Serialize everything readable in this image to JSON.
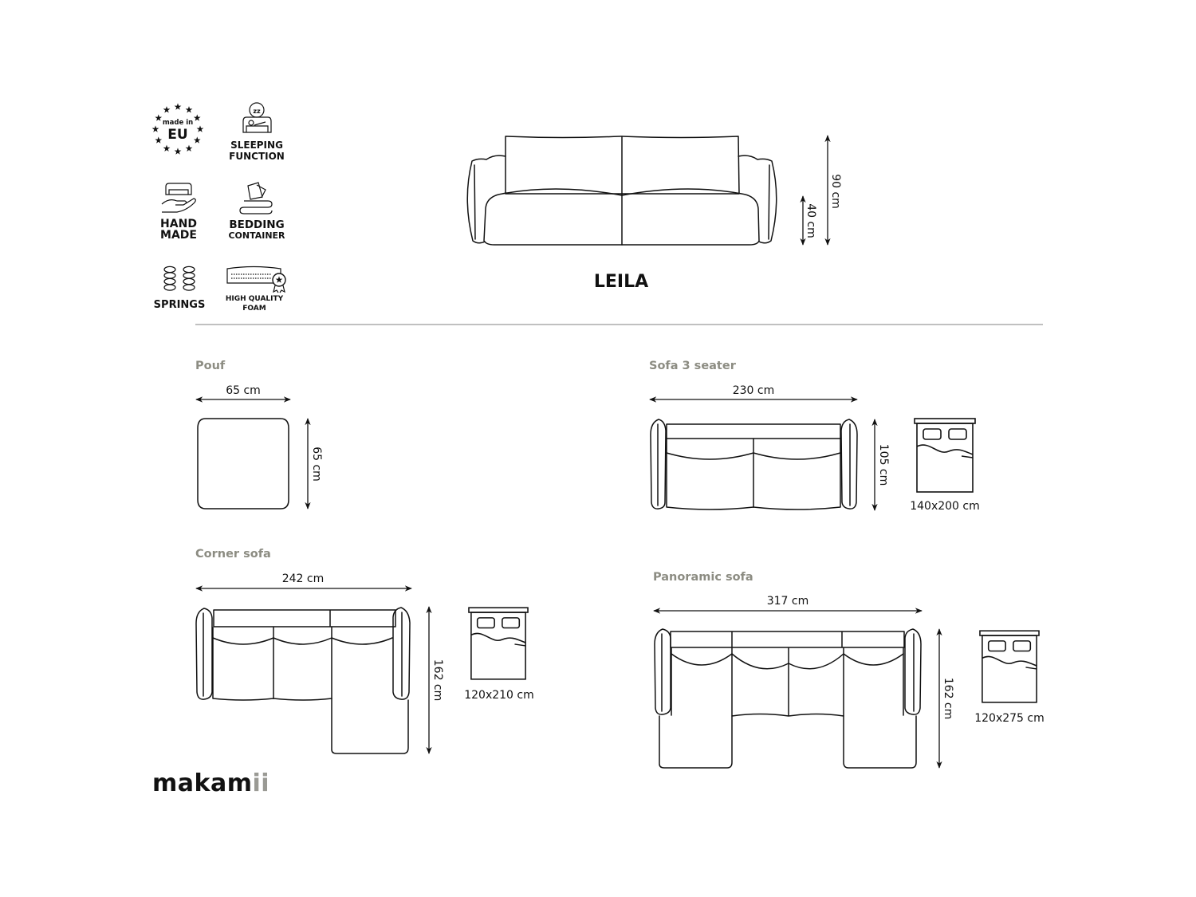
{
  "features": [
    {
      "icon": "made-in-eu-icon",
      "small": "made in",
      "big": "EU"
    },
    {
      "icon": "sleeping-function-icon",
      "line1": "SLEEPING",
      "line2": "FUNCTION"
    },
    {
      "icon": "hand-made-icon",
      "line1": "HAND",
      "line2": "MADE"
    },
    {
      "icon": "bedding-container-icon",
      "line1": "BEDDING",
      "line2": "CONTAINER"
    },
    {
      "icon": "springs-icon",
      "line1": "SPRINGS"
    },
    {
      "icon": "high-quality-foam-icon",
      "line1": "HIGH QUALITY",
      "line2": "FOAM"
    }
  ],
  "product": {
    "name": "LEILA",
    "height": "90 cm",
    "seat_height": "40 cm"
  },
  "variants": {
    "pouf": {
      "title": "Pouf",
      "width": "65 cm",
      "depth": "65 cm"
    },
    "sofa3": {
      "title": "Sofa 3 seater",
      "width": "230 cm",
      "depth": "105 cm",
      "bed": "140x200 cm"
    },
    "corner": {
      "title": "Corner sofa",
      "width": "242 cm",
      "depth": "162 cm",
      "bed": "120x210 cm"
    },
    "panoramic": {
      "title": "Panoramic sofa",
      "width": "317 cm",
      "depth": "162 cm",
      "bed": "120x275 cm"
    }
  },
  "logo": {
    "main": "makam",
    "accent": "ii",
    "accent_color": "#9a9a94"
  }
}
